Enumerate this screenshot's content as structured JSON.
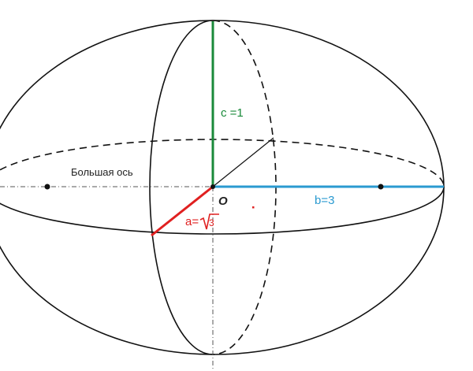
{
  "labels": {
    "major_axis": "Большая ось",
    "origin": "O",
    "c_label": "c =1",
    "b_label": "b=3",
    "a_label": "a=",
    "a_value": "3"
  },
  "colors": {
    "c_axis": "#1a8a3a",
    "b_axis": "#2a9ad0",
    "a_axis": "#e02020",
    "outline": "#111111"
  }
}
